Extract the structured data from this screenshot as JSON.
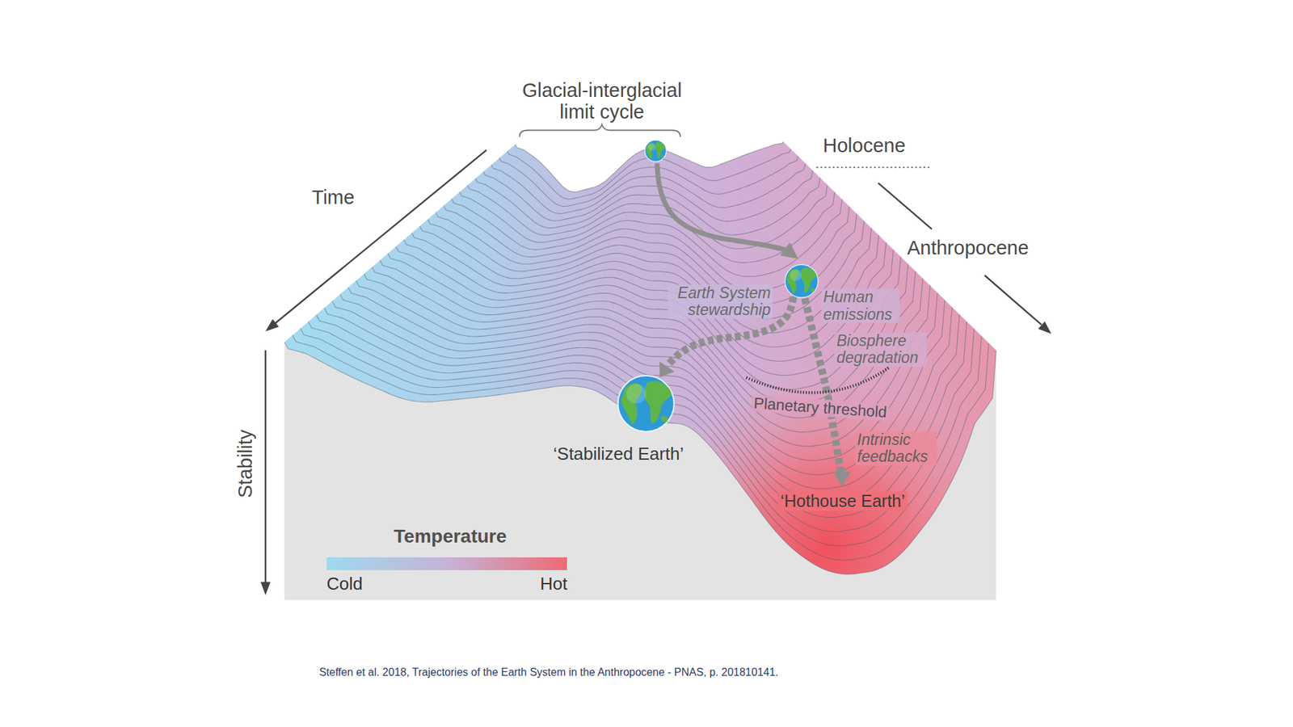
{
  "diagram": {
    "caption": "Steffen et al. 2018, Trajectories of the Earth System in the Anthropocene - PNAS, p. 201810141.",
    "nodes": [
      {
        "text": [
          "‘Stabilized Earth’"
        ]
      },
      {
        "text": [
          "‘Hothouse Earth’"
        ]
      }
    ],
    "labels": [
      "Glacial-interglacial limit cycle",
      "Holocene",
      "Time",
      "Anthropocene",
      "Stability",
      "Earth System stewardship",
      "Human emissions",
      "Biosphere degradation",
      "Planetary threshold",
      "Intrinsic feedbacks",
      "Temperature"
    ],
    "legend": [
      {
        "text": "Cold",
        "color": "#9fd9ef"
      },
      {
        "text": "Hot",
        "color": "#ec6b74"
      }
    ]
  }
}
